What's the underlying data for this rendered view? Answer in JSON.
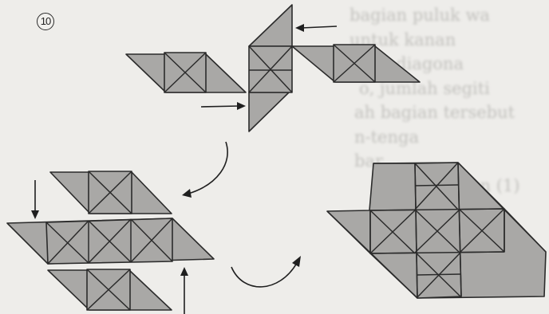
{
  "problem_number": "10",
  "colors": {
    "tile_fill": "#a9a8a6",
    "line": "#2b2b2b",
    "paper": "#eeedea"
  },
  "background_text_lines": [
    "bagian puluk wa",
    "untuk kanan",
    "nga diagona",
    "o, jumlah segiti",
    "ah bagian tersebut",
    "n-tenga",
    "bar",
    "",
    "",
    "",
    "un (1)"
  ]
}
